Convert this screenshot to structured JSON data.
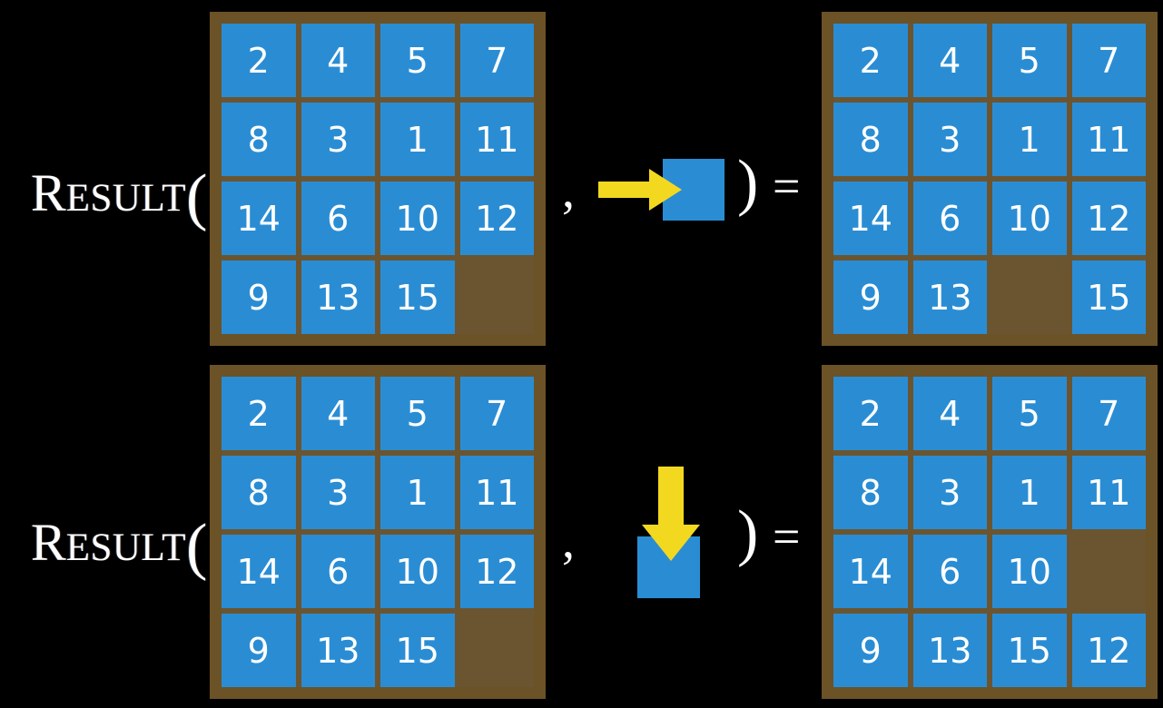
{
  "page": {
    "background_color": "#000000",
    "board_color": "#6b5227",
    "board_inner_color": "#6b5530",
    "tile_color": "#2a8dd4",
    "tile_text_color": "#ffffff",
    "arrow_color": "#f2d91f",
    "label_color": "#ffffff"
  },
  "rows": [
    {
      "label": {
        "first": "R",
        "rest": "ESULT",
        "paren": "("
      },
      "comma": ",",
      "close_paren": ")",
      "equals": "=",
      "input_board": {
        "name": "15-puzzle-state",
        "grid": [
          [
            "2",
            "4",
            "5",
            "7"
          ],
          [
            "8",
            "3",
            "1",
            "11"
          ],
          [
            "14",
            "6",
            "10",
            "12"
          ],
          [
            "9",
            "13",
            "15",
            ""
          ]
        ]
      },
      "action": {
        "icon": "arrow-right-icon",
        "direction": "right",
        "tile_label": ""
      },
      "output_board": {
        "name": "15-puzzle-result",
        "grid": [
          [
            "2",
            "4",
            "5",
            "7"
          ],
          [
            "8",
            "3",
            "1",
            "11"
          ],
          [
            "14",
            "6",
            "10",
            "12"
          ],
          [
            "9",
            "13",
            "",
            "15"
          ]
        ]
      }
    },
    {
      "label": {
        "first": "R",
        "rest": "ESULT",
        "paren": "("
      },
      "comma": ",",
      "close_paren": ")",
      "equals": "=",
      "input_board": {
        "name": "15-puzzle-state",
        "grid": [
          [
            "2",
            "4",
            "5",
            "7"
          ],
          [
            "8",
            "3",
            "1",
            "11"
          ],
          [
            "14",
            "6",
            "10",
            "12"
          ],
          [
            "9",
            "13",
            "15",
            ""
          ]
        ]
      },
      "action": {
        "icon": "arrow-down-icon",
        "direction": "down",
        "tile_label": ""
      },
      "output_board": {
        "name": "15-puzzle-result",
        "grid": [
          [
            "2",
            "4",
            "5",
            "7"
          ],
          [
            "8",
            "3",
            "1",
            "11"
          ],
          [
            "14",
            "6",
            "10",
            ""
          ],
          [
            "9",
            "13",
            "15",
            "12"
          ]
        ]
      }
    }
  ]
}
